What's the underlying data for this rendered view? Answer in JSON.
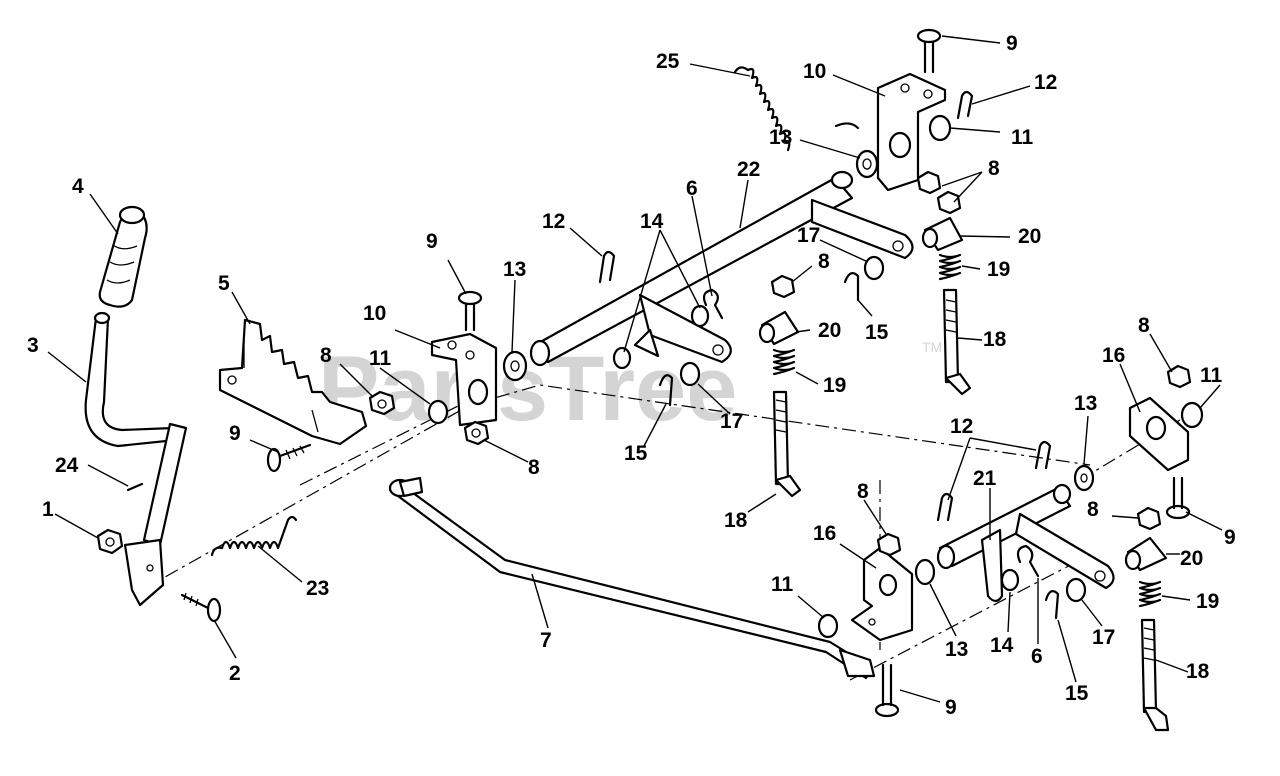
{
  "watermark": {
    "text": "PartsTree",
    "trademark": "TM"
  },
  "callouts": [
    {
      "id": "c25",
      "text": "25"
    },
    {
      "id": "c10a",
      "text": "10"
    },
    {
      "id": "c9a",
      "text": "9"
    },
    {
      "id": "c12a",
      "text": "12"
    },
    {
      "id": "c11a",
      "text": "11"
    },
    {
      "id": "c13a",
      "text": "13"
    },
    {
      "id": "c8a",
      "text": "8"
    },
    {
      "id": "c22",
      "text": "22"
    },
    {
      "id": "c6a",
      "text": "6"
    },
    {
      "id": "c14a",
      "text": "14"
    },
    {
      "id": "c12b",
      "text": "12"
    },
    {
      "id": "c4",
      "text": "4"
    },
    {
      "id": "c20a",
      "text": "20"
    },
    {
      "id": "c17a",
      "text": "17"
    },
    {
      "id": "c19a",
      "text": "19"
    },
    {
      "id": "c8b",
      "text": "8"
    },
    {
      "id": "c9b",
      "text": "9"
    },
    {
      "id": "c13b",
      "text": "13"
    },
    {
      "id": "c5",
      "text": "5"
    },
    {
      "id": "c15a",
      "text": "15"
    },
    {
      "id": "c20b",
      "text": "20"
    },
    {
      "id": "c18a",
      "text": "18"
    },
    {
      "id": "c8c",
      "text": "8"
    },
    {
      "id": "c10b",
      "text": "10"
    },
    {
      "id": "c3",
      "text": "3"
    },
    {
      "id": "c8d",
      "text": "8"
    },
    {
      "id": "c11b",
      "text": "11"
    },
    {
      "id": "c16a",
      "text": "16"
    },
    {
      "id": "c11c",
      "text": "11"
    },
    {
      "id": "c19b",
      "text": "19"
    },
    {
      "id": "c17b",
      "text": "17"
    },
    {
      "id": "c12c",
      "text": "12"
    },
    {
      "id": "c13c",
      "text": "13"
    },
    {
      "id": "c9c",
      "text": "9"
    },
    {
      "id": "c15b",
      "text": "15"
    },
    {
      "id": "c8e",
      "text": "8"
    },
    {
      "id": "c24",
      "text": "24"
    },
    {
      "id": "c18b",
      "text": "18"
    },
    {
      "id": "c8f",
      "text": "8"
    },
    {
      "id": "c21",
      "text": "21"
    },
    {
      "id": "c8g",
      "text": "8"
    },
    {
      "id": "c9d",
      "text": "9"
    },
    {
      "id": "c1",
      "text": "1"
    },
    {
      "id": "c16b",
      "text": "16"
    },
    {
      "id": "c20c",
      "text": "20"
    },
    {
      "id": "c23",
      "text": "23"
    },
    {
      "id": "c19c",
      "text": "19"
    },
    {
      "id": "c11d",
      "text": "11"
    },
    {
      "id": "c7",
      "text": "7"
    },
    {
      "id": "c13d",
      "text": "13"
    },
    {
      "id": "c14b",
      "text": "14"
    },
    {
      "id": "c6b",
      "text": "6"
    },
    {
      "id": "c17c",
      "text": "17"
    },
    {
      "id": "c2",
      "text": "2"
    },
    {
      "id": "c18c",
      "text": "18"
    },
    {
      "id": "c15c",
      "text": "15"
    },
    {
      "id": "c9e",
      "text": "9"
    }
  ]
}
